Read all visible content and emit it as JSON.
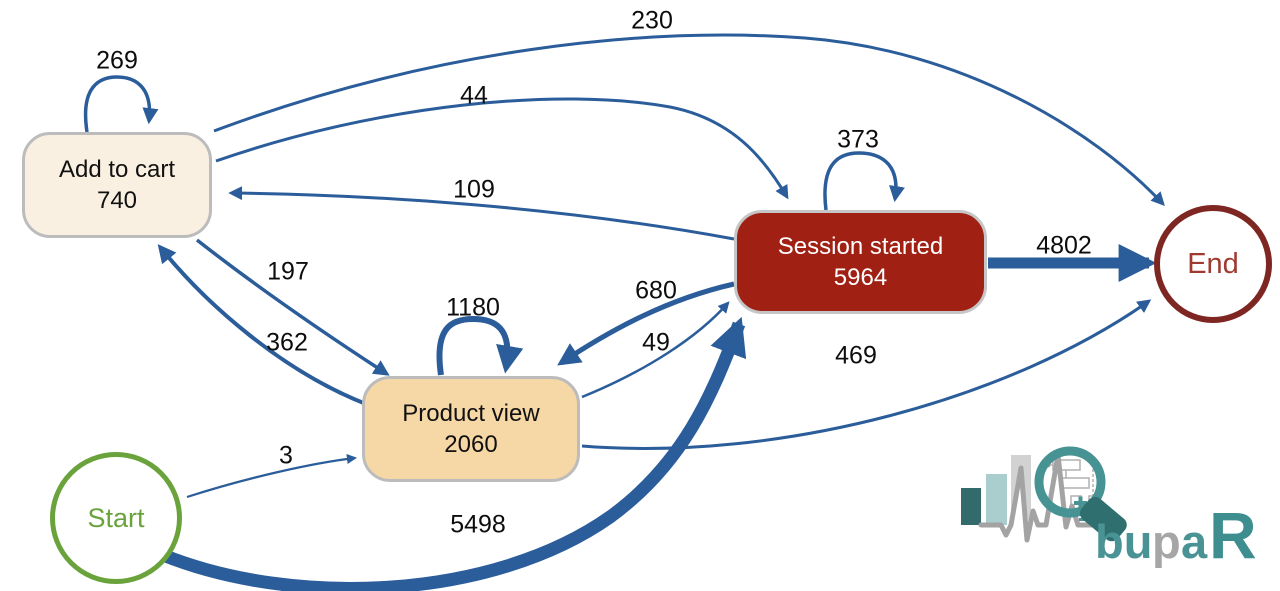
{
  "diagram_type": "process-map",
  "nodes": {
    "start": {
      "label": "Start"
    },
    "add_to_cart": {
      "label": "Add to cart",
      "count": "740"
    },
    "product_view": {
      "label": "Product view",
      "count": "2060"
    },
    "session_started": {
      "label": "Session started",
      "count": "5964"
    },
    "end": {
      "label": "End"
    }
  },
  "edges": [
    {
      "from": "Add to cart",
      "to": "Add to cart",
      "label": "269"
    },
    {
      "from": "Add to cart",
      "to": "End",
      "label": "230"
    },
    {
      "from": "Add to cart",
      "to": "Session started",
      "label": "44"
    },
    {
      "from": "Session started",
      "to": "Add to cart",
      "label": "109"
    },
    {
      "from": "Session started",
      "to": "Session started",
      "label": "373"
    },
    {
      "from": "Add to cart",
      "to": "Product view",
      "label": "197"
    },
    {
      "from": "Product view",
      "to": "Add to cart",
      "label": "362"
    },
    {
      "from": "Product view",
      "to": "Product view",
      "label": "1180"
    },
    {
      "from": "Session started",
      "to": "Product view",
      "label": "680"
    },
    {
      "from": "Product view",
      "to": "Session started",
      "label": "49"
    },
    {
      "from": "Session started",
      "to": "End",
      "label": "4802"
    },
    {
      "from": "Product view",
      "to": "End",
      "label": "469"
    },
    {
      "from": "Start",
      "to": "Product view",
      "label": "3"
    },
    {
      "from": "Start",
      "to": "Session started",
      "label": "5498"
    }
  ],
  "colors": {
    "edge_blue": "#2b5d9b",
    "node_border_gray": "#bcbcbc",
    "add_to_cart_fill": "#faf0e2",
    "product_view_fill": "#f6d7a6",
    "session_started_fill": "#a02014",
    "start_green": "#6aa33c",
    "end_maroon": "#7e2722",
    "logo_teal": "#4a9394"
  },
  "logo": {
    "bu": "bu",
    "p": "p",
    "a": "a",
    "r": "R"
  }
}
